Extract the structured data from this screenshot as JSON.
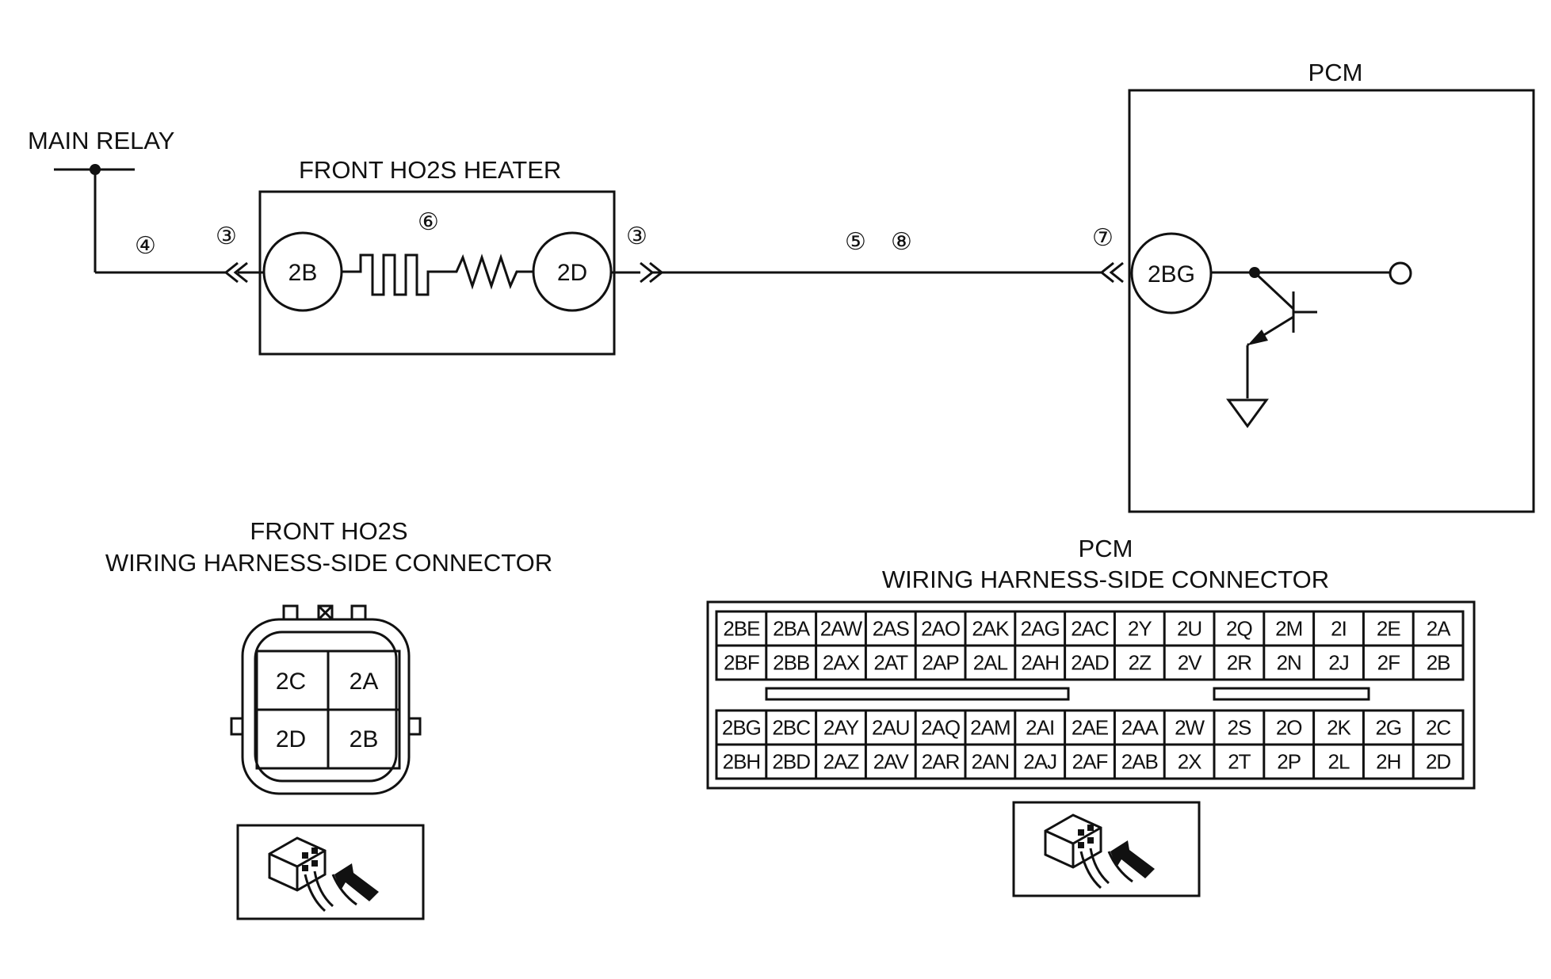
{
  "labels": {
    "main_relay": "MAIN RELAY",
    "heater_title": "FRONT HO2S HEATER",
    "pcm_title": "PCM",
    "ho2s_conn_line1": "FRONT HO2S",
    "ho2s_conn_line2": "WIRING HARNESS-SIDE CONNECTOR",
    "pcm_conn_line1": "PCM",
    "pcm_conn_line2": "WIRING HARNESS-SIDE CONNECTOR"
  },
  "pins": {
    "heater_left": "2B",
    "heater_right": "2D",
    "pcm": "2BG"
  },
  "circled_numbers": {
    "n4": "④",
    "n3_left": "③",
    "n6": "⑥",
    "n3_right": "③",
    "n5": "⑤",
    "n8": "⑧",
    "n7": "⑦"
  },
  "ho2s_connector": {
    "pins": [
      [
        "2C",
        "2A"
      ],
      [
        "2D",
        "2B"
      ]
    ]
  },
  "pcm_connector": {
    "upper_rows": [
      [
        "2BE",
        "2BA",
        "2AW",
        "2AS",
        "2AO",
        "2AK",
        "2AG",
        "2AC",
        "2Y",
        "2U",
        "2Q",
        "2M",
        "2I",
        "2E",
        "2A"
      ],
      [
        "2BF",
        "2BB",
        "2AX",
        "2AT",
        "2AP",
        "2AL",
        "2AH",
        "2AD",
        "2Z",
        "2V",
        "2R",
        "2N",
        "2J",
        "2F",
        "2B"
      ]
    ],
    "lower_rows": [
      [
        "2BG",
        "2BC",
        "2AY",
        "2AU",
        "2AQ",
        "2AM",
        "2AI",
        "2AE",
        "2AA",
        "2W",
        "2S",
        "2O",
        "2K",
        "2G",
        "2C"
      ],
      [
        "2BH",
        "2BD",
        "2AZ",
        "2AV",
        "2AR",
        "2AN",
        "2AJ",
        "2AF",
        "2AB",
        "2X",
        "2T",
        "2P",
        "2L",
        "2H",
        "2D"
      ]
    ]
  },
  "colors": {
    "ink": "#111111",
    "background": "#ffffff"
  },
  "icons": [
    "ground-icon",
    "transistor-icon",
    "resistor-icon",
    "heater-element-icon",
    "connector-view-icon"
  ]
}
